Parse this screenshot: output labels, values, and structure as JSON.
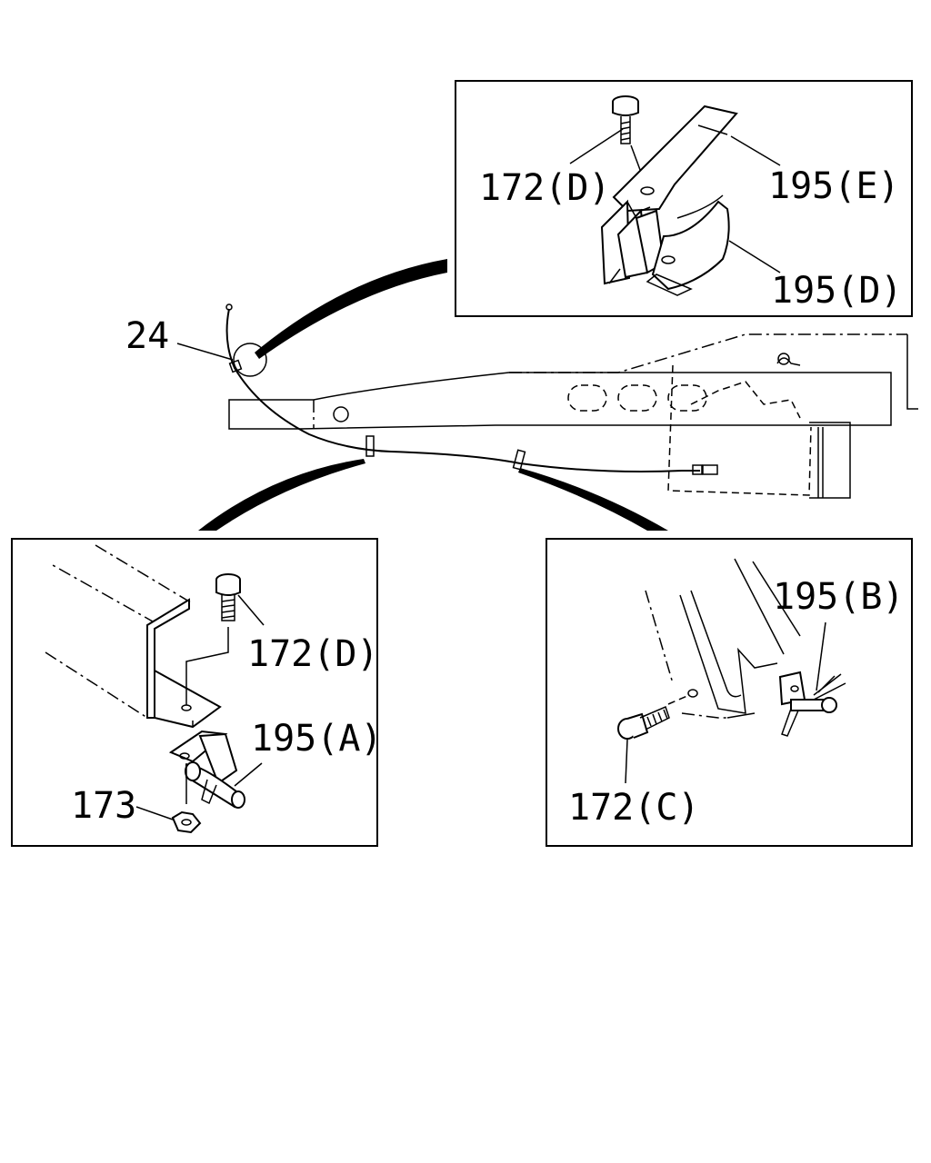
{
  "callouts": {
    "part_24": "24",
    "inset_top_172": "172(D)",
    "inset_top_195e": "195(E)",
    "inset_top_195d": "195(D)",
    "inset_left_172": "172(D)",
    "inset_left_195a": "195(A)",
    "inset_left_173": "173",
    "inset_right_195b": "195(B)",
    "inset_right_172": "172(C)"
  }
}
